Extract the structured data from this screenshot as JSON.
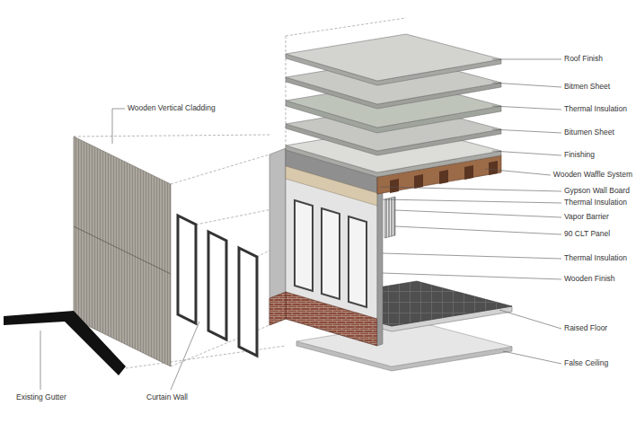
{
  "diagram": {
    "labels": [
      "Wooden Vertical Cladding",
      "Roof Finish",
      "Bitmen Sheet",
      "Thermal Insulation",
      "Bitumen Sheet",
      "Finishing",
      "Wooden Waffle System",
      "Gypson Wall Board",
      "Thermal Insulation",
      "Vapor Barrier",
      "90 CLT Panel",
      "Thermal Insulation",
      "Wooden Finish",
      "Raised Floor",
      "False Ceiling",
      "Existing Gutter",
      "Curtain Wall"
    ]
  }
}
